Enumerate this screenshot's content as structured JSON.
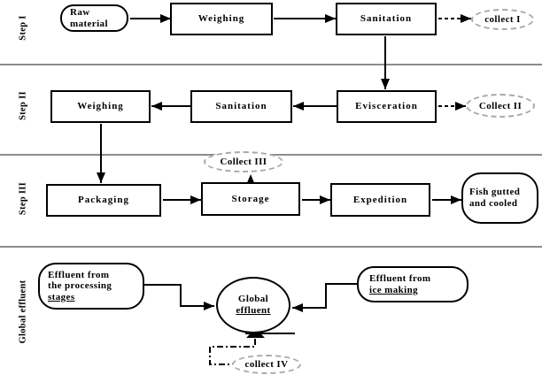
{
  "colors": {
    "line": "#000000",
    "separator": "#8c8c8c",
    "collect_border": "#a8a8a8",
    "background": "#ffffff"
  },
  "section_labels": {
    "step1": "Step I",
    "step2": "Step II",
    "step3": "Step III",
    "global": "Global effluent"
  },
  "step1": {
    "raw_material_line1": "Raw",
    "raw_material_line2": "material",
    "weighing": "Weighing",
    "sanitation": "Sanitation",
    "collect": "collect I"
  },
  "step2": {
    "weighing": "Weighing",
    "sanitation": "Sanitation",
    "evisceration": "Evisceration",
    "collect": "Collect II"
  },
  "step3": {
    "packaging": "Packaging",
    "storage": "Storage",
    "expedition": "Expedition",
    "collect": "Collect III",
    "fish_line1": "Fish gutted",
    "fish_line2": "and cooled"
  },
  "global_effluent": {
    "processing_line1": "Effluent from",
    "processing_line2": "the processing",
    "processing_line3": "stages",
    "ice_line1": "Effluent from",
    "ice_line2": "ice making",
    "circle_line1": "Global",
    "circle_line2": "effluent",
    "collect": "collect IV"
  }
}
